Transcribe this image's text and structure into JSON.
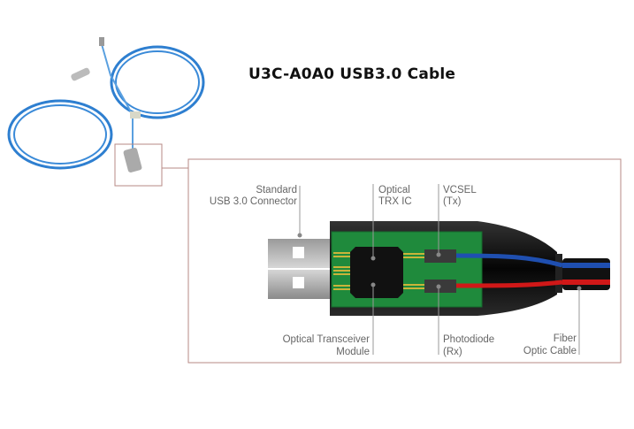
{
  "title": "U3C-A0A0 USB3.0 Cable",
  "labels": {
    "connector": [
      "Standard",
      "USB 3.0 Connector"
    ],
    "trx_ic": [
      "Optical",
      "TRX IC"
    ],
    "vcsel": [
      "VCSEL",
      "(Tx)"
    ],
    "module": [
      "Optical Transceiver",
      "Module"
    ],
    "photodiode": [
      "Photodiode",
      "(Rx)"
    ],
    "fiber": [
      "Fiber",
      "Optic Cable"
    ]
  },
  "colors": {
    "pcb": "#1f8a3c",
    "housing": "#161616",
    "tx_fiber": "#1f4fb0",
    "rx_fiber": "#d01818",
    "cable": "#2e7fd0"
  }
}
